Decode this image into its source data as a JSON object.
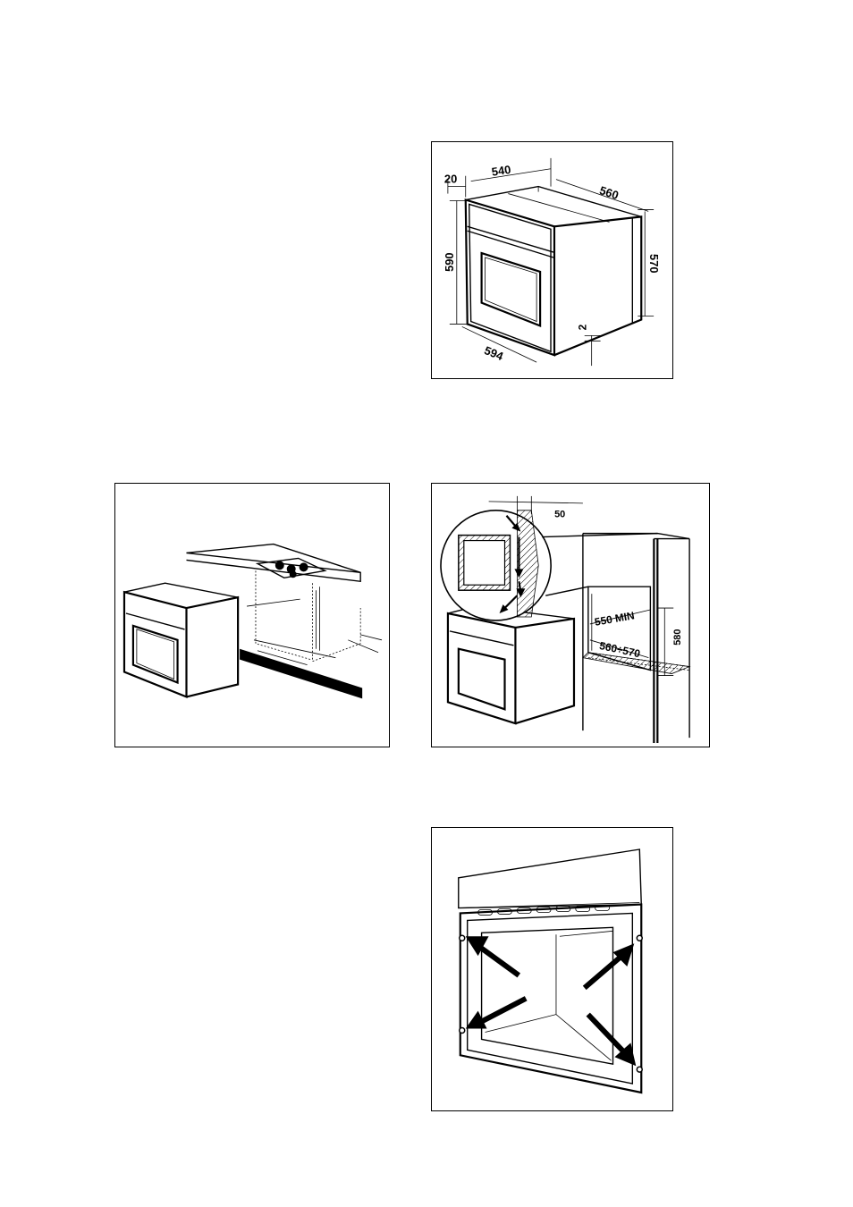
{
  "figures": {
    "oven_dimensions": {
      "labels": {
        "d20": "20",
        "d540": "540",
        "d560": "560",
        "d590": "590",
        "d570": "570",
        "d2": "2",
        "d594": "594"
      }
    },
    "cabinet_ventilation": {
      "labels": {
        "d50": "50",
        "d550min": "550 MIN",
        "d580": "580",
        "d560_570": "560÷570"
      }
    }
  }
}
